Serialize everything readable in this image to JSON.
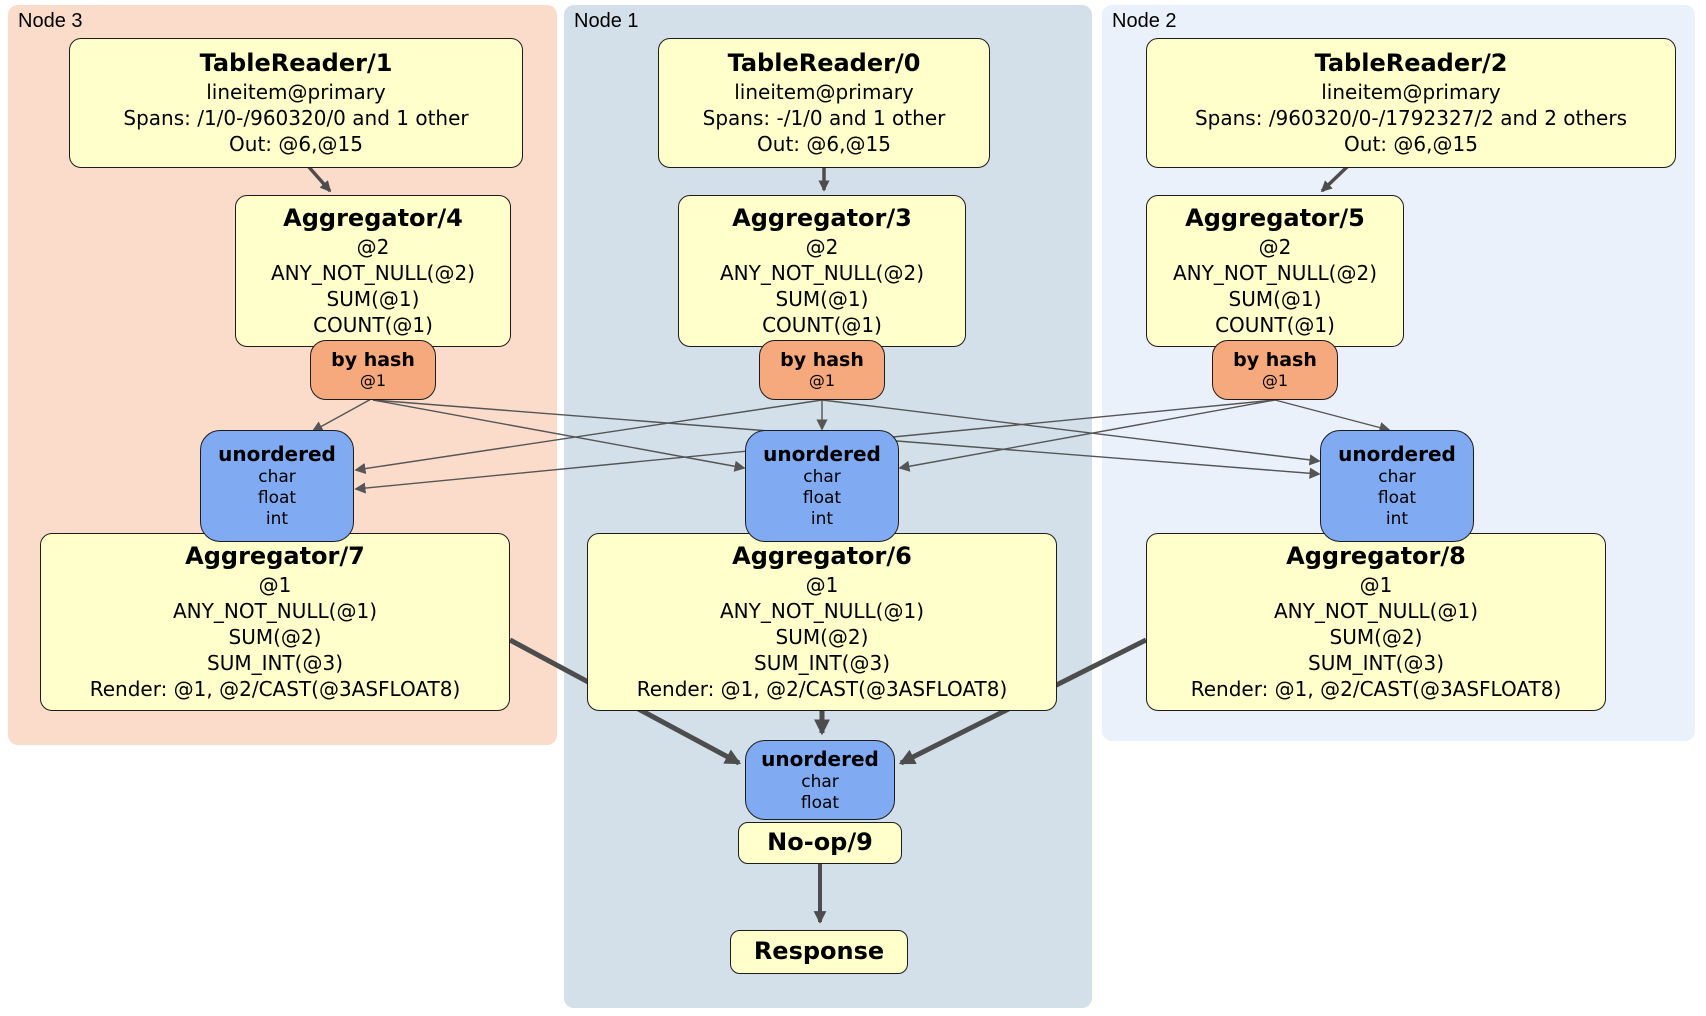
{
  "diagram": {
    "regions": {
      "node3": {
        "label": "Node 3",
        "bg": "#fbdccb"
      },
      "node1": {
        "label": "Node 1",
        "bg": "#d3e0e9"
      },
      "node2": {
        "label": "Node 2",
        "bg": "#eaf1fa"
      }
    },
    "colors": {
      "processor_fill": "#ffffcc",
      "router_fill": "#f7a97e",
      "sync_fill": "#80aaf2",
      "edge": "#4d4d4d",
      "border": "#1c1c1c"
    },
    "processors": {
      "tr1": {
        "title": "TableReader/1",
        "lines": [
          "lineitem@primary",
          "Spans: /1/0-/960320/0 and 1 other",
          "Out: @6,@15"
        ]
      },
      "tr0": {
        "title": "TableReader/0",
        "lines": [
          "lineitem@primary",
          "Spans: -/1/0 and 1 other",
          "Out: @6,@15"
        ]
      },
      "tr2": {
        "title": "TableReader/2",
        "lines": [
          "lineitem@primary",
          "Spans: /960320/0-/1792327/2 and 2 others",
          "Out: @6,@15"
        ]
      },
      "agg4": {
        "title": "Aggregator/4",
        "lines": [
          "@2",
          "ANY_NOT_NULL(@2)",
          "SUM(@1)",
          "COUNT(@1)"
        ]
      },
      "agg3": {
        "title": "Aggregator/3",
        "lines": [
          "@2",
          "ANY_NOT_NULL(@2)",
          "SUM(@1)",
          "COUNT(@1)"
        ]
      },
      "agg5": {
        "title": "Aggregator/5",
        "lines": [
          "@2",
          "ANY_NOT_NULL(@2)",
          "SUM(@1)",
          "COUNT(@1)"
        ]
      },
      "agg7": {
        "title": "Aggregator/7",
        "lines": [
          "@1",
          "ANY_NOT_NULL(@1)",
          "SUM(@2)",
          "SUM_INT(@3)",
          "Render: @1, @2/CAST(@3ASFLOAT8)"
        ]
      },
      "agg6": {
        "title": "Aggregator/6",
        "lines": [
          "@1",
          "ANY_NOT_NULL(@1)",
          "SUM(@2)",
          "SUM_INT(@3)",
          "Render: @1, @2/CAST(@3ASFLOAT8)"
        ]
      },
      "agg8": {
        "title": "Aggregator/8",
        "lines": [
          "@1",
          "ANY_NOT_NULL(@1)",
          "SUM(@2)",
          "SUM_INT(@3)",
          "Render: @1, @2/CAST(@3ASFLOAT8)"
        ]
      },
      "noop": {
        "title": "No-op/9"
      },
      "response": {
        "title": "Response"
      }
    },
    "routers": {
      "hash3": {
        "title": "by hash",
        "lines": [
          "@1"
        ]
      },
      "hash1": {
        "title": "by hash",
        "lines": [
          "@1"
        ]
      },
      "hash2": {
        "title": "by hash",
        "lines": [
          "@1"
        ]
      }
    },
    "syncs": {
      "un3": {
        "title": "unordered",
        "lines": [
          "char",
          "float",
          "int"
        ]
      },
      "un1": {
        "title": "unordered",
        "lines": [
          "char",
          "float",
          "int"
        ]
      },
      "un2": {
        "title": "unordered",
        "lines": [
          "char",
          "float",
          "int"
        ]
      },
      "unFinal": {
        "title": "unordered",
        "lines": [
          "char",
          "float"
        ]
      }
    }
  }
}
